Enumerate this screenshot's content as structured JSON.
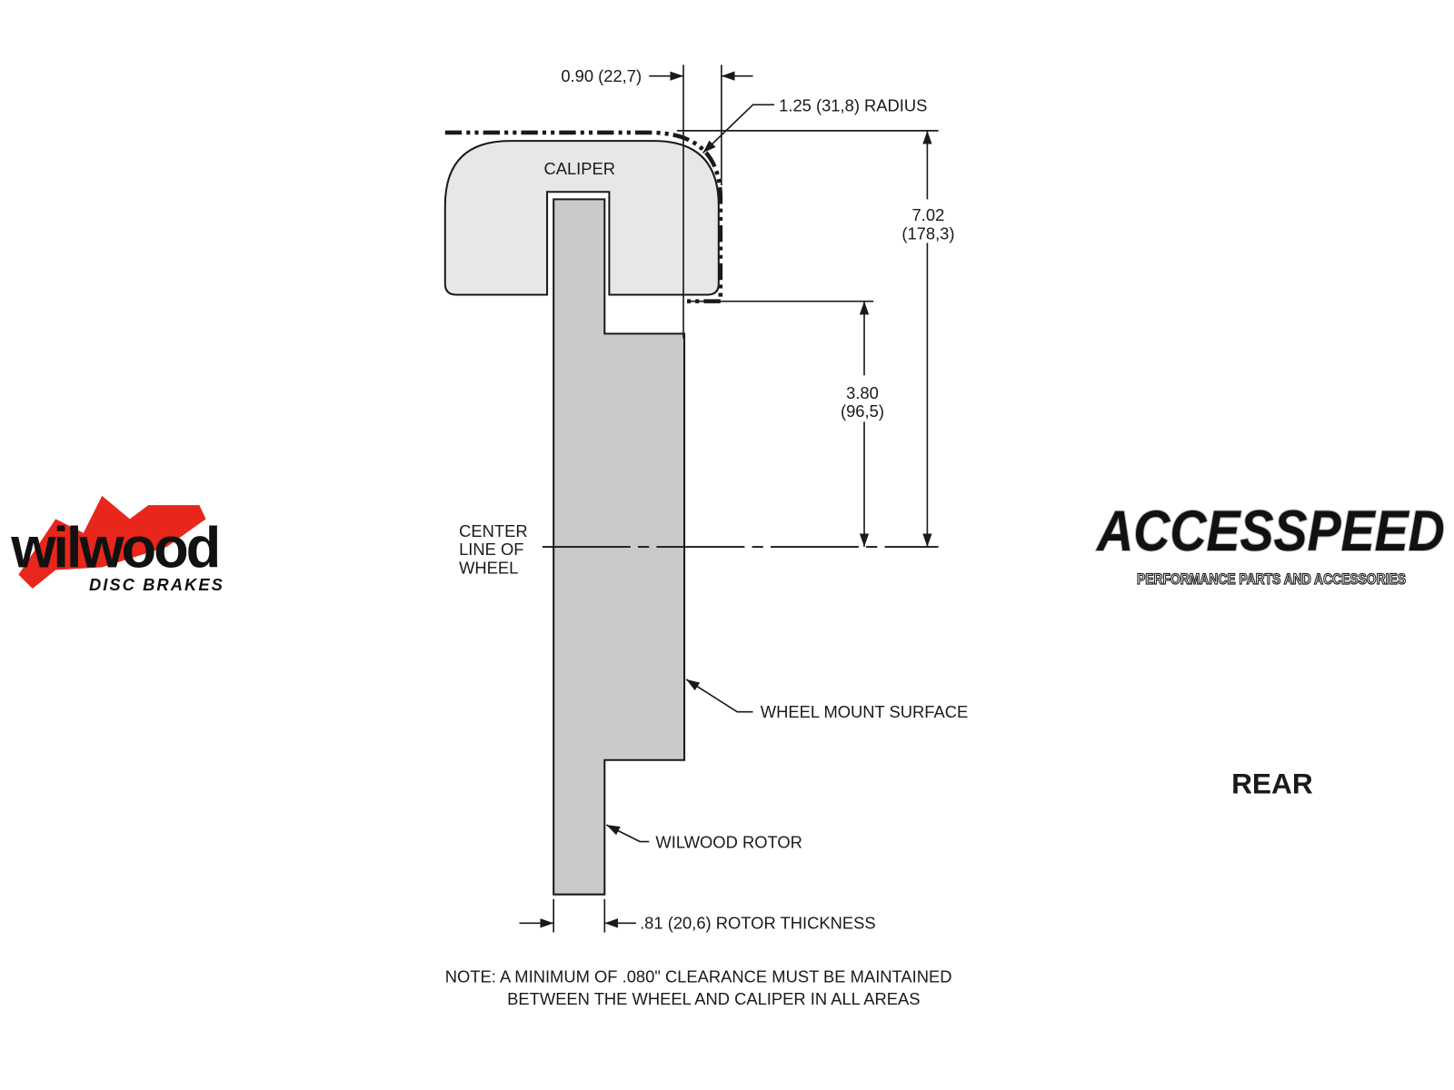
{
  "drawing": {
    "dim_offset": "0.90 (22,7)",
    "dim_radius": "1.25 (31,8) RADIUS",
    "dim_overall_in": "7.02",
    "dim_overall_mm": "(178,3)",
    "dim_caliper_in": "3.80",
    "dim_caliper_mm": "(96,5)",
    "caliper_label": "CALIPER",
    "centerline_label": [
      "CENTER",
      "LINE OF",
      "WHEEL"
    ],
    "wheel_mount_label": "WHEEL MOUNT SURFACE",
    "rotor_label": "WILWOOD ROTOR",
    "rotor_thickness": ".81 (20,6) ROTOR THICKNESS",
    "note": [
      "NOTE: A MINIMUM OF .080\" CLEARANCE MUST BE MAINTAINED",
      "BETWEEN THE WHEEL AND CALIPER IN ALL AREAS"
    ],
    "position_label": "REAR"
  },
  "logos": {
    "wilwood": {
      "name": "wilwood",
      "tagline": "DISC BRAKES",
      "accent": "#e8261c"
    },
    "accesspeed": {
      "name": "ACCESSPEED",
      "tagline": "PERFORMANCE PARTS AND ACCESSORIES"
    }
  },
  "colors": {
    "caliper_fill": "#e6e7e9",
    "rotor_fill": "#c9cacc",
    "line": "#1a1a1a"
  }
}
